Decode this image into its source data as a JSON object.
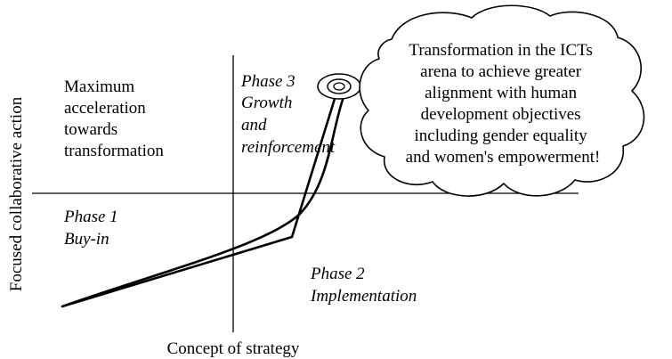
{
  "axes": {
    "y_label": "Focused collaborative action",
    "x_label": "Concept of strategy"
  },
  "quadrants": {
    "top_left": [
      "Maximum",
      "acceleration",
      "towards",
      "transformation"
    ],
    "phase3": [
      "Phase 3",
      "Growth",
      "and",
      "reinforcement"
    ],
    "phase1": [
      "Phase 1",
      "Buy-in"
    ],
    "phase2": [
      "Phase 2",
      "Implementation"
    ]
  },
  "cloud": {
    "lines": [
      "Transformation in the ICTs",
      "arena to achieve greater",
      "alignment with human",
      "development objectives",
      "including gender equality",
      "and women's empowerment!"
    ]
  }
}
